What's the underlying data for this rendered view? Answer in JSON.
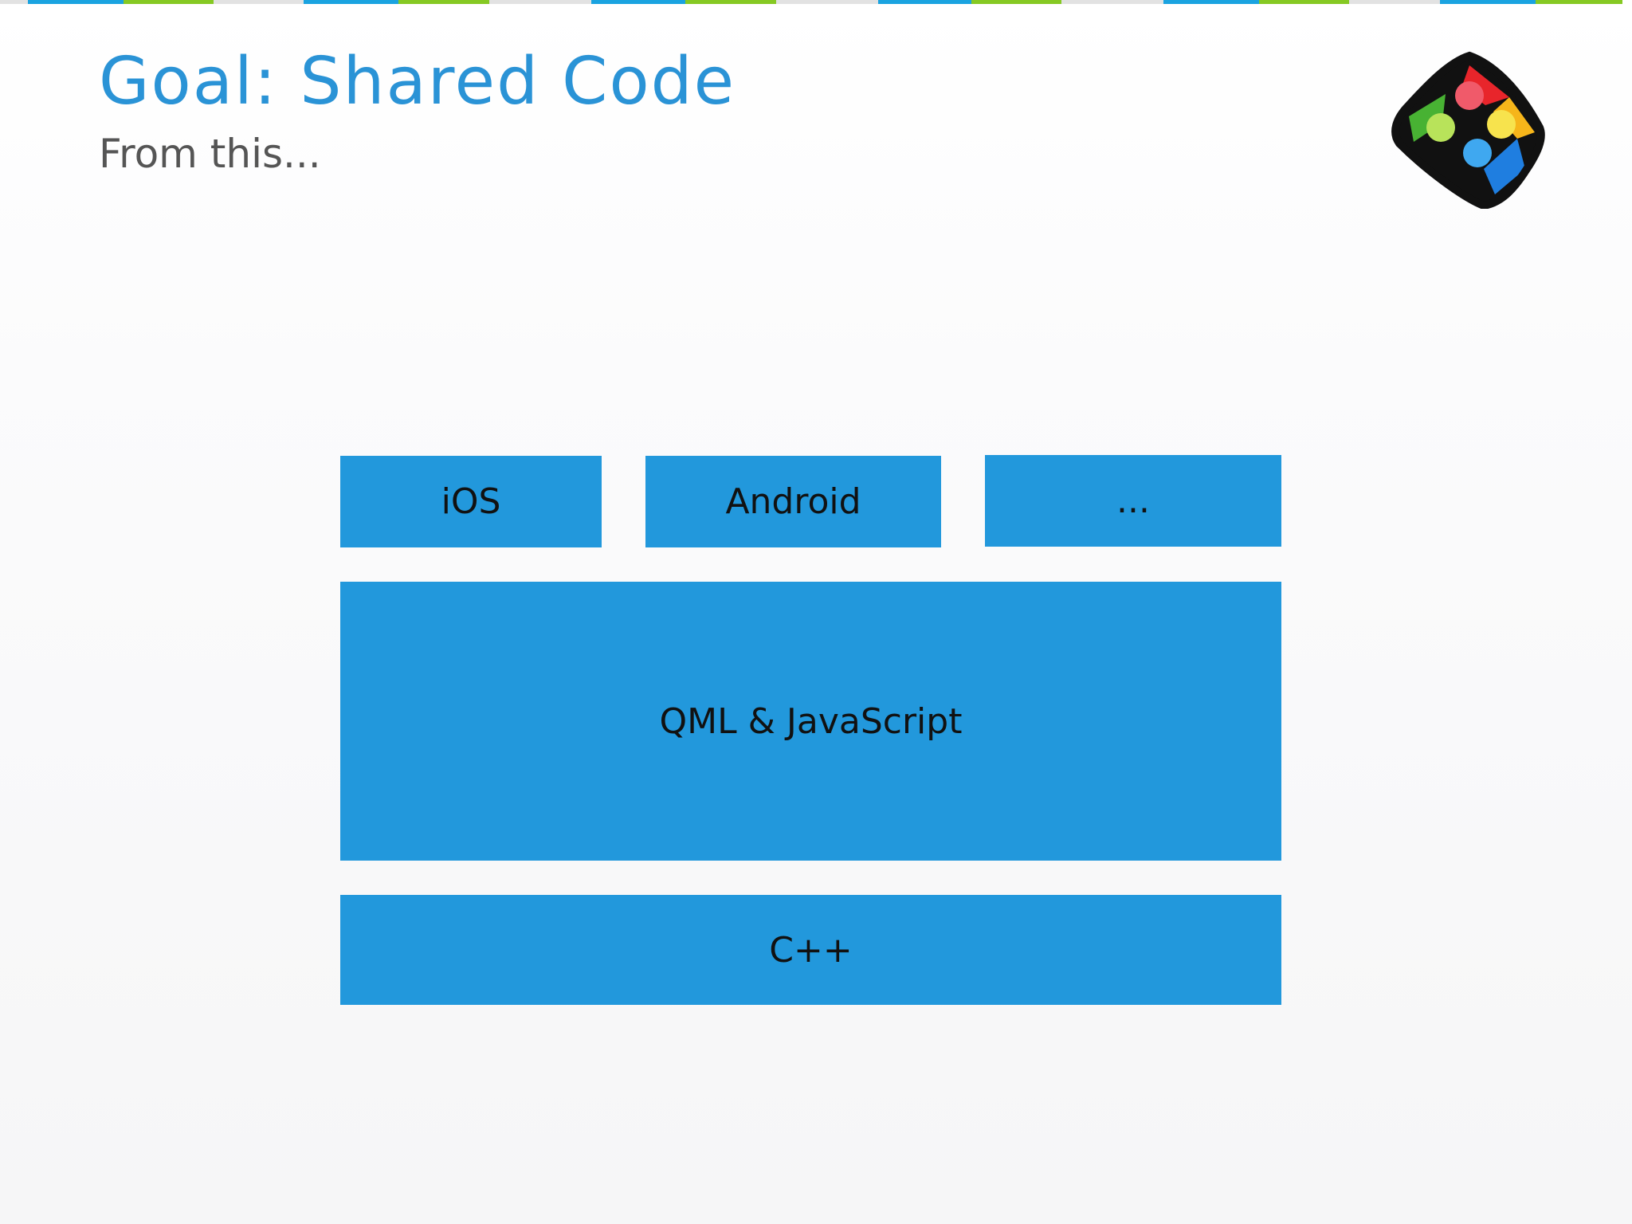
{
  "slide": {
    "title": "Goal: Shared Code",
    "subtitle": "From this..."
  },
  "colors": {
    "title": "#2a93d6",
    "subtitle": "#555555",
    "block_fill": "#2298dc",
    "block_text": "#111111",
    "stripe_blue": "#1aa3e0",
    "stripe_green": "#86c923",
    "stripe_gray": "#e2e2e2"
  },
  "logo": {
    "icon": "qt-quick-logo-icon"
  },
  "diagram": {
    "platforms": [
      "iOS",
      "Android",
      "..."
    ],
    "middle_layer": "QML & JavaScript",
    "bottom_layer": "C++"
  }
}
